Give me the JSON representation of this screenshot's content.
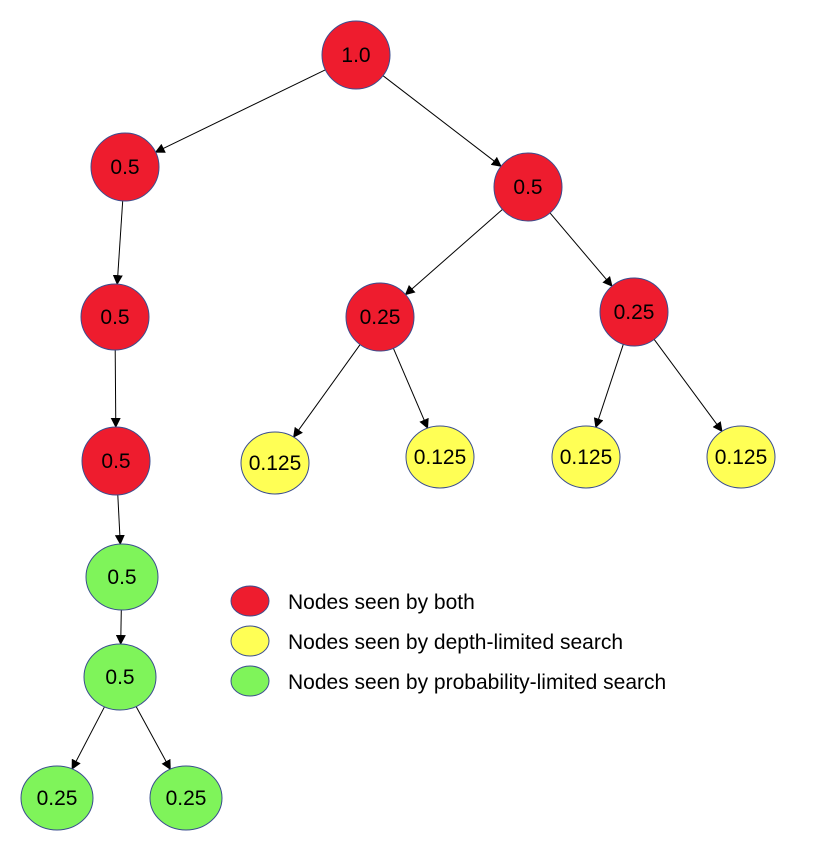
{
  "colors": {
    "both": "#ee1c2e",
    "depth": "#ffff55",
    "probability": "#7ff45a",
    "node_stroke": "#3a4d8f",
    "edge": "#000000"
  },
  "nodes": [
    {
      "id": "root",
      "label": "1.0",
      "group": "both"
    },
    {
      "id": "l1",
      "label": "0.5",
      "group": "both"
    },
    {
      "id": "r1",
      "label": "0.5",
      "group": "both"
    },
    {
      "id": "l2",
      "label": "0.5",
      "group": "both"
    },
    {
      "id": "l3",
      "label": "0.5",
      "group": "both"
    },
    {
      "id": "l4",
      "label": "0.5",
      "group": "probability"
    },
    {
      "id": "l5",
      "label": "0.5",
      "group": "probability"
    },
    {
      "id": "l6a",
      "label": "0.25",
      "group": "probability"
    },
    {
      "id": "l6b",
      "label": "0.25",
      "group": "probability"
    },
    {
      "id": "r2a",
      "label": "0.25",
      "group": "both"
    },
    {
      "id": "r2b",
      "label": "0.25",
      "group": "both"
    },
    {
      "id": "r3a",
      "label": "0.125",
      "group": "depth"
    },
    {
      "id": "r3b",
      "label": "0.125",
      "group": "depth"
    },
    {
      "id": "r3c",
      "label": "0.125",
      "group": "depth"
    },
    {
      "id": "r3d",
      "label": "0.125",
      "group": "depth"
    }
  ],
  "edges": [
    {
      "from": "root",
      "to": "l1"
    },
    {
      "from": "root",
      "to": "r1"
    },
    {
      "from": "l1",
      "to": "l2"
    },
    {
      "from": "l2",
      "to": "l3"
    },
    {
      "from": "l3",
      "to": "l4"
    },
    {
      "from": "l4",
      "to": "l5"
    },
    {
      "from": "l5",
      "to": "l6a"
    },
    {
      "from": "l5",
      "to": "l6b"
    },
    {
      "from": "r1",
      "to": "r2a"
    },
    {
      "from": "r1",
      "to": "r2b"
    },
    {
      "from": "r2a",
      "to": "r3a"
    },
    {
      "from": "r2a",
      "to": "r3b"
    },
    {
      "from": "r2b",
      "to": "r3c"
    },
    {
      "from": "r2b",
      "to": "r3d"
    }
  ],
  "legend": [
    {
      "group": "both",
      "label": "Nodes seen by both"
    },
    {
      "group": "depth",
      "label": "Nodes seen by depth-limited search"
    },
    {
      "group": "probability",
      "label": "Nodes seen by probability-limited search"
    }
  ]
}
